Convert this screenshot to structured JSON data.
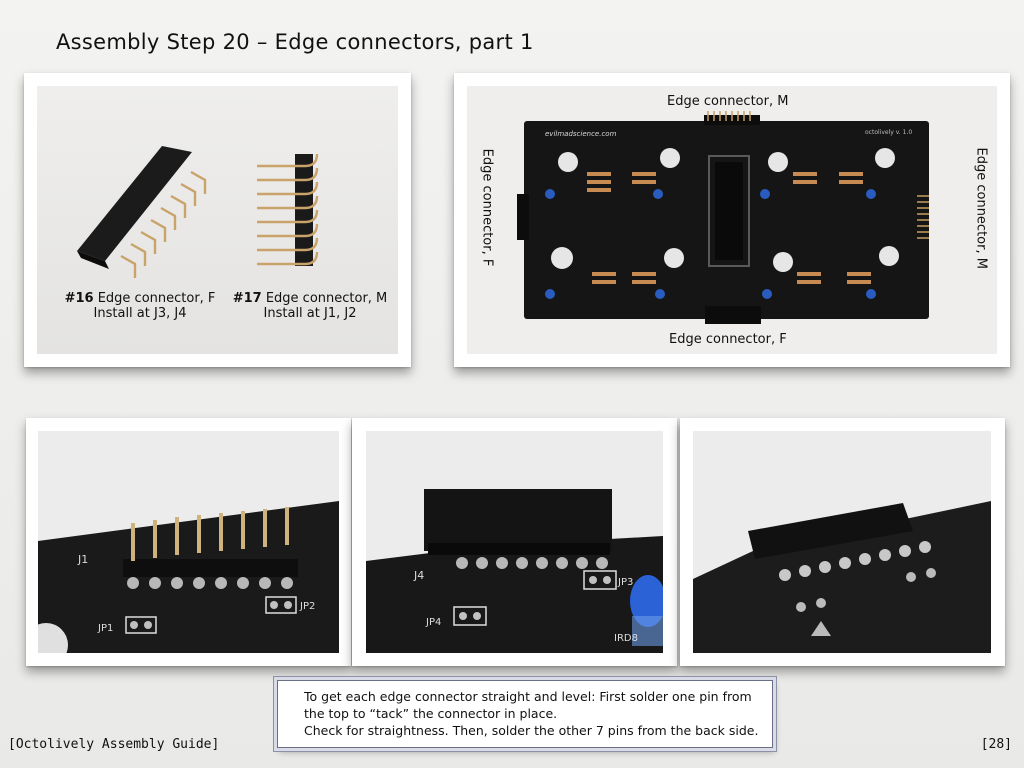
{
  "title": "Assembly Step 20 – Edge connectors, part 1",
  "connectors_photo": {
    "left_caption": {
      "number": "#16",
      "name": "Edge connector, F",
      "install": "Install at J3, J4"
    },
    "right_caption": {
      "number": "#17",
      "name": "Edge connector, M",
      "install": "Install at J1, J2"
    }
  },
  "board_photo": {
    "label_top": "Edge connector, M",
    "label_bottom": "Edge connector, F",
    "label_left": "Edge connector, F",
    "label_right": "Edge connector, M",
    "silkscreen_brand": "evilmadscience.com",
    "silkscreen_version": "octolively v. 1.0"
  },
  "detail_photos": {
    "photo1_labels": [
      "J1",
      "JP1",
      "JP2"
    ],
    "photo2_labels": [
      "J4",
      "JP4",
      "JP3",
      "IRD8"
    ]
  },
  "note": {
    "line1": "To get each edge connector straight and level: First solder one pin from",
    "line2": "the top to “tack” the connector in place.",
    "line3": "Check for straightness. Then, solder the other 7 pins from the back side."
  },
  "footer": {
    "left": "[Octolively Assembly Guide]",
    "right": "[28]"
  }
}
